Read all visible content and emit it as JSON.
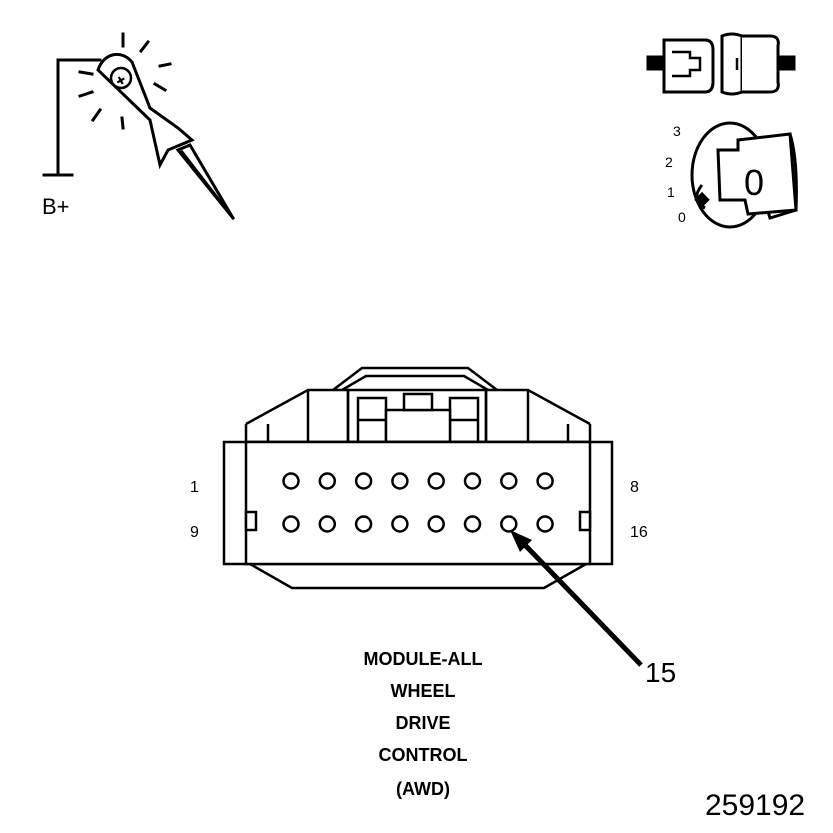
{
  "probe": {
    "voltage_label": "B+"
  },
  "ignition": {
    "positions": [
      "3",
      "2",
      "1",
      "0"
    ],
    "key_symbol": "0"
  },
  "connector": {
    "row1_start": "1",
    "row1_end": "8",
    "row2_start": "9",
    "row2_end": "16",
    "pins_per_row": 8,
    "callout_pin": "15"
  },
  "caption": {
    "lines": [
      "MODULE-ALL",
      "WHEEL",
      "DRIVE",
      "CONTROL",
      "(AWD)"
    ]
  },
  "figure_id": "259192"
}
